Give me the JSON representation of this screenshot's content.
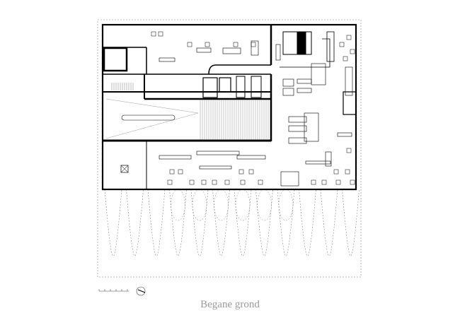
{
  "drawing": {
    "title": "Begane grond",
    "scale_bar_icon": "scale-bar",
    "north_icon": "north-arrow",
    "line_color": "#000000",
    "title_color": "#9a9a9a",
    "dashed_color": "#888888"
  }
}
